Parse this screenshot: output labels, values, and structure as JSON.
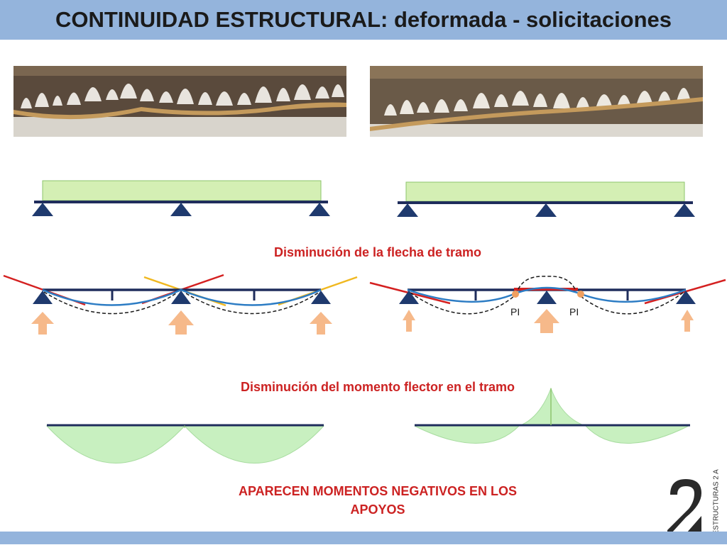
{
  "slide": {
    "title": "CONTINUIDAD ESTRUCTURAL: deformada - solicitaciones",
    "caption_deflection": "Disminución de la flecha de tramo",
    "caption_moment": "Disminución del momento flector en el tramo",
    "caption_negative": "APARECEN MOMENTOS NEGATIVOS EN LOS APOYOS",
    "inflection_left": "PI",
    "inflection_right": "PI",
    "logo_text": "ESTRUCTURAS 2 A",
    "photo_left_desc": "shelf-statues-photo",
    "photo_right_desc": "shelf-statues-photo"
  },
  "colors": {
    "title_band": "#94b4dc",
    "beam": "#1f2d5c",
    "support": "#1f3a6e",
    "load_fill": "#d4efb4",
    "load_stroke": "#8cc46c",
    "deformed": "#2c7cc4",
    "tangent_red": "#d42020",
    "tangent_yellow": "#f0b820",
    "reaction": "#f6b98a",
    "moment_fill": "#c8f0c0",
    "caption": "#cc2222"
  }
}
